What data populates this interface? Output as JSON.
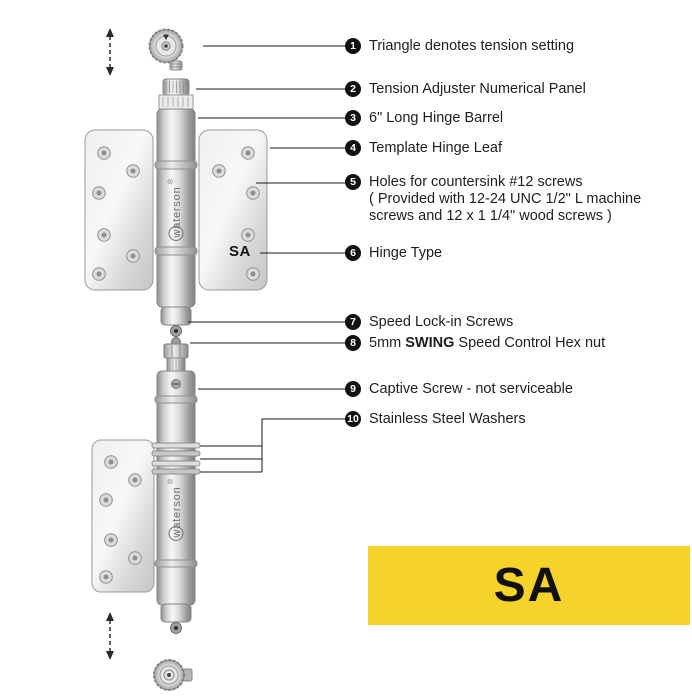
{
  "colors": {
    "background": "#ffffff",
    "accent_yellow": "#F5D32A",
    "callout_circle": "#111111",
    "text": "#1e1e1e",
    "line": "#1a1a1a"
  },
  "brand": {
    "name": "waterson",
    "mark": "®"
  },
  "hinge": {
    "type_label": "SA",
    "product_code": "SA"
  },
  "callouts": [
    {
      "num": "1",
      "text": "Triangle denotes tension setting"
    },
    {
      "num": "2",
      "text": "Tension Adjuster Numerical Panel"
    },
    {
      "num": "3",
      "text": "6\" Long Hinge Barrel"
    },
    {
      "num": "4",
      "text": "Template Hinge Leaf"
    },
    {
      "num": "5",
      "line1": "Holes for countersink #12 screws",
      "line2": "( Provided with 12-24 UNC 1/2\" L machine",
      "line3": "screws and 12 x 1 1/4\" wood screws )"
    },
    {
      "num": "6",
      "text": "Hinge Type"
    },
    {
      "num": "7",
      "text": "Speed Lock-in Screws"
    },
    {
      "num": "8",
      "pre": "5mm ",
      "bold": "SWING",
      "post": " Speed Control Hex nut"
    },
    {
      "num": "9",
      "text": "Captive Screw - not serviceable"
    },
    {
      "num": "10",
      "text": "Stainless Steel Washers"
    }
  ]
}
